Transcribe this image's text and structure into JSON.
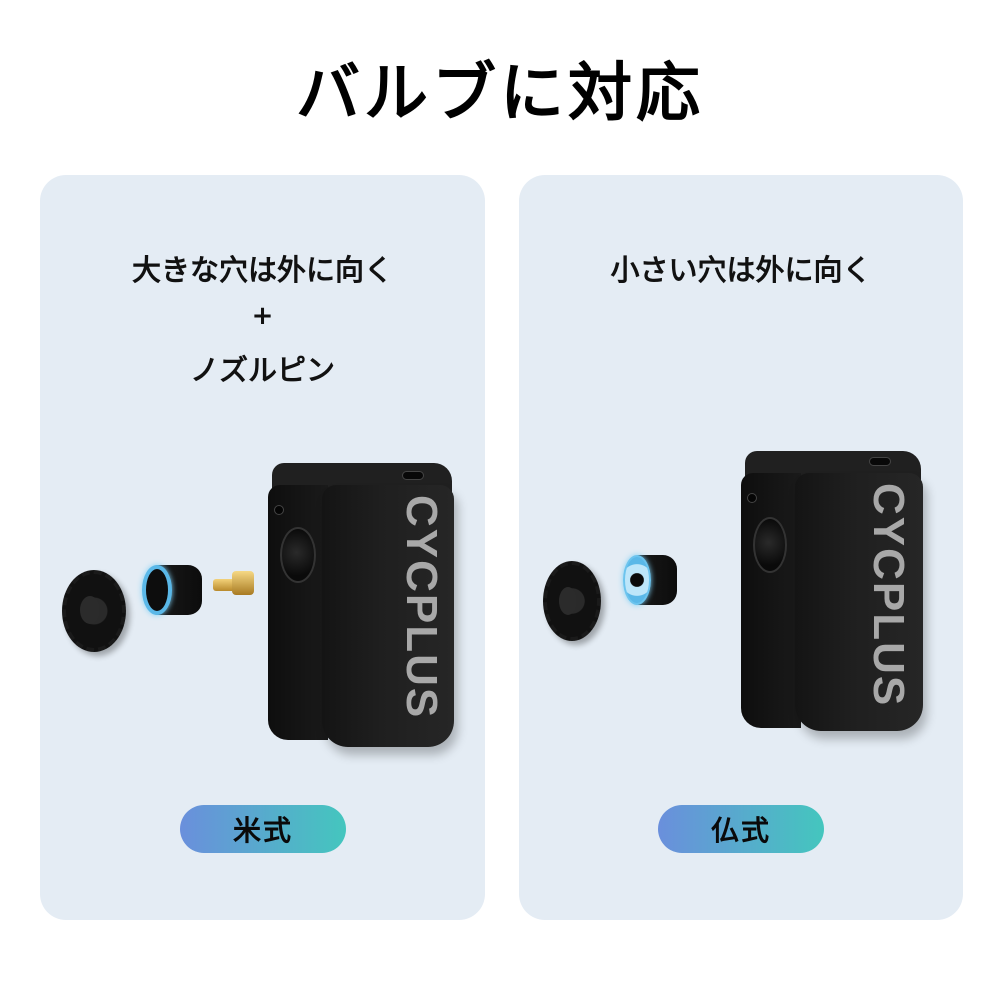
{
  "title": "バルブに対応",
  "panels": [
    {
      "caption_lines": [
        "大きな穴は外に向く",
        "+",
        "ノズルピン"
      ],
      "badge": "米式",
      "product_brand": "CYCPLUS",
      "parts": [
        "knurled-cap",
        "valve-sleeve-large-hole",
        "nozzle-pin",
        "pump-body"
      ]
    },
    {
      "caption_lines": [
        "小さい穴は外に向く"
      ],
      "badge": "仏式",
      "product_brand": "CYCPLUS",
      "parts": [
        "knurled-cap",
        "valve-sleeve-small-hole",
        "pump-body"
      ]
    }
  ],
  "colors": {
    "panel_bg": "#e4ecf4",
    "badge_gradient_start": "#6a8fdc",
    "badge_gradient_end": "#44c6be",
    "sleeve_ring": "#5ab8e8",
    "pin_brass": "#d9ae4a"
  }
}
